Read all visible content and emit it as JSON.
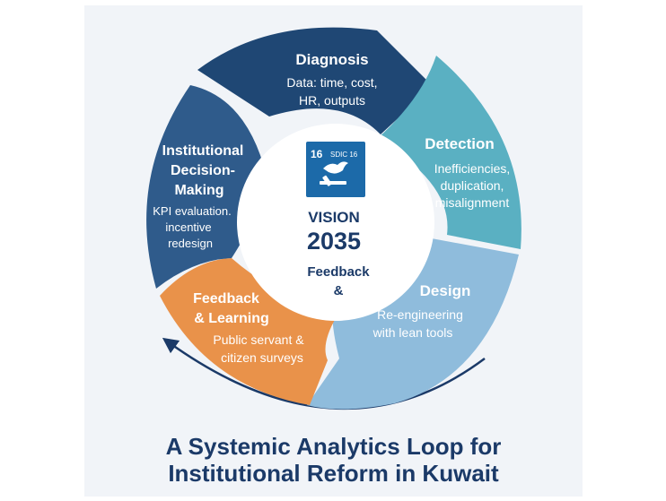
{
  "colors": {
    "diagnosis": "#1f4774",
    "detection": "#5ab0c2",
    "design": "#8fbcdc",
    "feedback": "#e9924a",
    "decision": "#2f5b8b",
    "center_text": "#1b3a68",
    "sdg_blue": "#1c6aa9",
    "background": "#f1f4f8"
  },
  "segments": {
    "diagnosis": {
      "title": "Diagnosis",
      "lines": [
        "Data: time, cost,",
        "HR, outputs"
      ]
    },
    "detection": {
      "title": "Detection",
      "lines": [
        "Inefficiencies,",
        "duplication,",
        "misalignment"
      ]
    },
    "design": {
      "title": "Design",
      "lines": [
        "Re-engineering",
        "with lean tools"
      ]
    },
    "feedback": {
      "title_lines": [
        "Feedback",
        "& Learning"
      ],
      "lines": [
        "Public servant &",
        "citizen surveys"
      ]
    },
    "decision": {
      "title_lines": [
        "Institutional",
        "Decision-",
        "Making"
      ],
      "lines": [
        "KPI evaluation.",
        "incentive",
        "redesign"
      ]
    }
  },
  "center": {
    "sdg_number": "16",
    "sdg_text": "SDIC 16",
    "icon": "dove-gavel-icon",
    "vision_label": "VISION",
    "vision_year": "2035",
    "feedback_lines": [
      "Feedback",
      "&"
    ]
  },
  "caption": {
    "line1": "A Systemic Analytics Loop for",
    "line2": "Institutional Reform in Kuwait"
  }
}
